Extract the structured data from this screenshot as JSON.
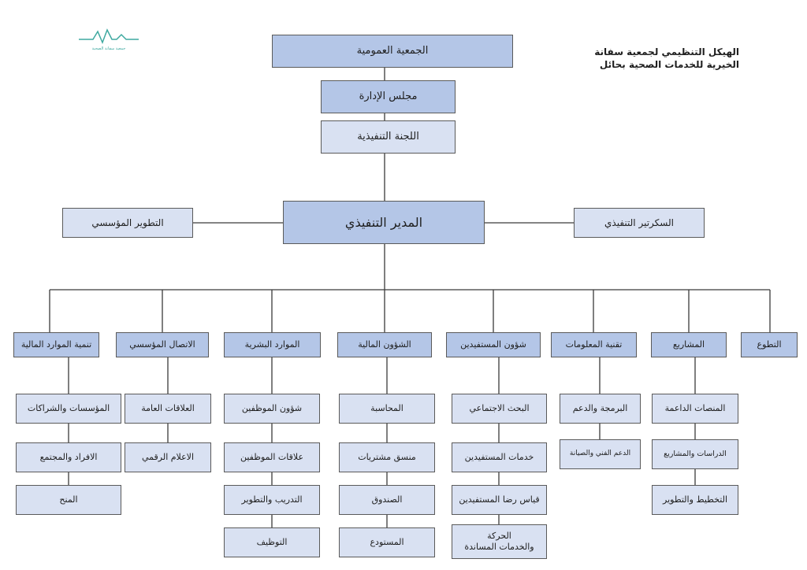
{
  "title_lines": [
    "الهيكل التنظيمي لجمعية سفانة",
    "الخيرية للخدمات الصحية بحائل"
  ],
  "logo": {
    "text": "جمعية سفانة الصحية",
    "color": "#3ea9a0",
    "icon": "heartbeat-line-icon"
  },
  "colors": {
    "dark_box": "#b4c6e7",
    "light_box": "#d9e1f2",
    "line": "#3a3a3a"
  },
  "top": {
    "general_assembly": "الجمعية العمومية",
    "board": "مجلس الإدارة",
    "executive_committee": "اللجنة التنفيذية"
  },
  "executive": {
    "director": "المدير التنفيذي",
    "left": "التطوير المؤسسي",
    "right": "السكرتير التنفيذي"
  },
  "departments": [
    {
      "title": "تنمية الموارد المالية",
      "items": [
        "المؤسسات والشراكات",
        "الافراد والمجتمع",
        "المنح"
      ]
    },
    {
      "title": "الاتصال المؤسسي",
      "items": [
        "العلاقات العامة",
        "الاعلام الرقمي"
      ]
    },
    {
      "title": "الموارد البشرية",
      "items": [
        "شؤون الموظفين",
        "علاقات الموظفين",
        "التدريب والتطوير",
        "التوظيف"
      ]
    },
    {
      "title": "الشؤون المالية",
      "items": [
        "المحاسبة",
        "منسق مشتريات",
        "الصندوق",
        "المستودع"
      ]
    },
    {
      "title": "شؤون المستفيدين",
      "items": [
        "البحث الاجتماعي",
        "خدمات المستفيدين",
        "قياس رضا المستفيدين",
        "الحركة\nوالخدمات المساندة"
      ]
    },
    {
      "title": "تقنية المعلومات",
      "items": [
        "البرمجة والدعم",
        "الدعم الفني والصيانة"
      ]
    },
    {
      "title": "المشاريع",
      "items": [
        "المنصات الداعمة",
        "الدراسات والمشاريع",
        "التخطيط والتطوير"
      ]
    },
    {
      "title": "التطوع",
      "items": []
    }
  ]
}
